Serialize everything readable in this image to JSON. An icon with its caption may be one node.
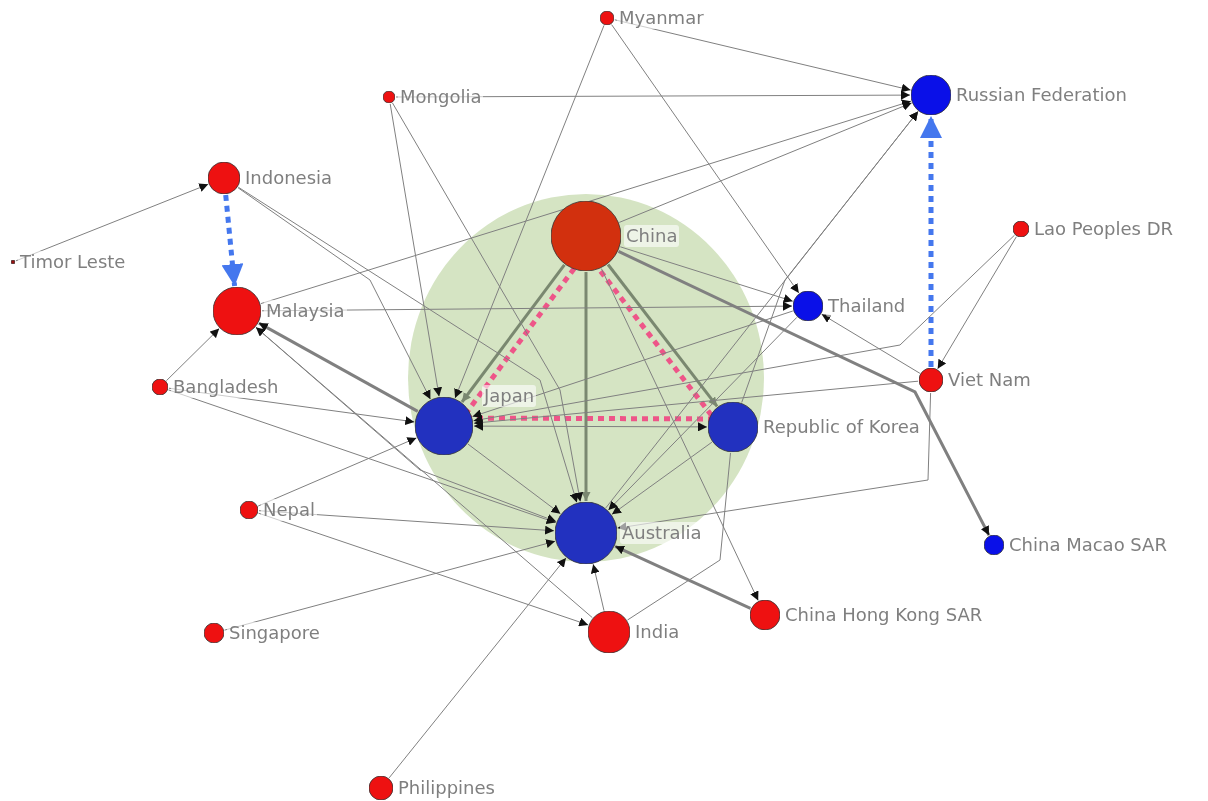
{
  "diagram": {
    "nodes": [
      {
        "text": [
          "Myanmar"
        ]
      },
      {
        "text": [
          "Mongolia"
        ]
      },
      {
        "text": [
          "Russian Federation"
        ]
      },
      {
        "text": [
          "Indonesia"
        ]
      },
      {
        "text": [],
        "shape": "circle"
      },
      {
        "text": [
          "China"
        ],
        "in": 4
      },
      {
        "text": [
          "Lao Peoples DR"
        ]
      },
      {
        "text": [
          "Timor Leste"
        ]
      },
      {
        "text": [
          "Malaysia"
        ]
      },
      {
        "text": [
          "Thailand"
        ]
      },
      {
        "text": [
          "Viet Nam"
        ]
      },
      {
        "text": [
          "Bangladesh"
        ]
      },
      {
        "text": [
          "Japan"
        ],
        "in": 4
      },
      {
        "text": [
          "Republic of Korea"
        ]
      },
      {
        "text": [
          "Nepal"
        ]
      },
      {
        "text": [
          "Australia"
        ],
        "in": 4
      },
      {
        "text": [
          "China Macao SAR"
        ]
      },
      {
        "text": [
          "Singapore"
        ]
      },
      {
        "text": [
          "India"
        ]
      },
      {
        "text": [
          "China Hong Kong SAR"
        ]
      },
      {
        "text": [
          "Philippines"
        ]
      }
    ],
    "edges": [
      {
        "from": 7,
        "to": 3,
        "arrow": "to"
      },
      {
        "from": 3,
        "to": 8,
        "arrow": "to",
        "style": "dashed",
        "color": "#4477ee"
      },
      {
        "from": 10,
        "to": 2,
        "arrow": "to",
        "style": "dashed",
        "color": "#4477ee"
      },
      {
        "from": 5,
        "to": 12,
        "arrow": "none",
        "style": "dashed",
        "color": "#ee5588"
      },
      {
        "from": 12,
        "to": 13,
        "arrow": "none",
        "style": "dashed",
        "color": "#ee5588"
      },
      {
        "from": 13,
        "to": 5,
        "arrow": "none",
        "style": "dashed",
        "color": "#ee5588"
      },
      {
        "from": 5,
        "to": 12,
        "arrow": "to",
        "style": "thick",
        "color": "#7a8870"
      },
      {
        "from": 5,
        "to": 15,
        "arrow": "to",
        "style": "thick",
        "color": "#7a8870"
      },
      {
        "from": 5,
        "to": 13,
        "arrow": "to",
        "style": "thick",
        "color": "#7a8870"
      },
      {
        "from": 12,
        "to": 13,
        "arrow": "both"
      },
      {
        "from": 11,
        "to": 8,
        "arrow": "to"
      },
      {
        "from": 11,
        "to": 12,
        "arrow": "to"
      },
      {
        "from": 11,
        "to": 15,
        "arrow": "to"
      },
      {
        "from": 12,
        "to": 8,
        "arrow": "to",
        "style": "thick"
      },
      {
        "from": 8,
        "to": 15,
        "arrow": "to"
      },
      {
        "from": 8,
        "to": 2,
        "arrow": "to"
      },
      {
        "from": 8,
        "to": 9,
        "arrow": "to"
      },
      {
        "from": 3,
        "to": 12,
        "arrow": "to"
      },
      {
        "from": 3,
        "to": 15,
        "arrow": "to"
      },
      {
        "from": 1,
        "to": 2,
        "arrow": "to"
      },
      {
        "from": 1,
        "to": 12,
        "arrow": "to"
      },
      {
        "from": 1,
        "to": 15,
        "arrow": "to"
      },
      {
        "from": 0,
        "to": 2,
        "arrow": "to"
      },
      {
        "from": 0,
        "to": 9,
        "arrow": "to"
      },
      {
        "from": 0,
        "to": 12,
        "arrow": "to"
      },
      {
        "from": 5,
        "to": 2,
        "arrow": "to"
      },
      {
        "from": 5,
        "to": 9,
        "arrow": "to"
      },
      {
        "from": 6,
        "to": 10,
        "arrow": "to"
      },
      {
        "from": 6,
        "to": 12,
        "arrow": "to"
      },
      {
        "from": 10,
        "to": 9,
        "arrow": "to"
      },
      {
        "from": 10,
        "to": 12,
        "arrow": "to"
      },
      {
        "from": 10,
        "to": 15,
        "arrow": "to"
      },
      {
        "from": 9,
        "to": 12,
        "arrow": "to"
      },
      {
        "from": 9,
        "to": 15,
        "arrow": "to"
      },
      {
        "from": 15,
        "to": 2,
        "arrow": "to"
      },
      {
        "from": 13,
        "to": 2,
        "arrow": "to"
      },
      {
        "from": 13,
        "to": 15,
        "arrow": "to"
      },
      {
        "from": 12,
        "to": 15,
        "arrow": "to"
      },
      {
        "from": 5,
        "to": 16,
        "arrow": "to",
        "style": "thick"
      },
      {
        "from": 14,
        "to": 12,
        "arrow": "to"
      },
      {
        "from": 14,
        "to": 15,
        "arrow": "to"
      },
      {
        "from": 14,
        "to": 18,
        "arrow": "to"
      },
      {
        "from": 17,
        "to": 15,
        "arrow": "to"
      },
      {
        "from": 20,
        "to": 15,
        "arrow": "to"
      },
      {
        "from": 18,
        "to": 15,
        "arrow": "to"
      },
      {
        "from": 18,
        "to": 8,
        "arrow": "to"
      },
      {
        "from": 18,
        "to": 13,
        "arrow": "none"
      },
      {
        "from": 19,
        "to": 15,
        "arrow": "to",
        "style": "thick"
      },
      {
        "from": 5,
        "to": 19,
        "arrow": "to"
      }
    ]
  }
}
